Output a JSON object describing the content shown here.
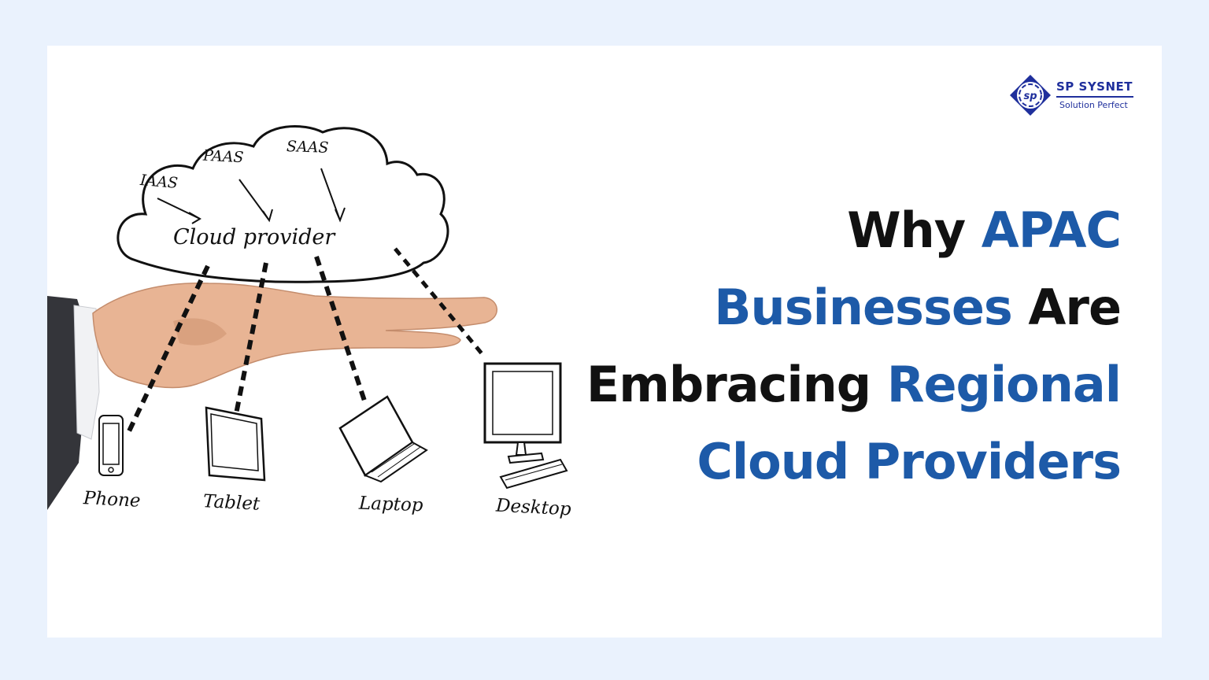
{
  "logo": {
    "monogram": "sp",
    "name": "SP SYSNET",
    "tagline": "Solution Perfect"
  },
  "headline": {
    "word1": "Why",
    "word2": "APAC",
    "word3": "Businesses",
    "word4": "Are",
    "word5": "Embracing",
    "word6": "Regional",
    "word7": "Cloud Providers"
  },
  "diagram": {
    "service_iaas": "IAAS",
    "service_paas": "PAAS",
    "service_saas": "SAAS",
    "cloud_label": "Cloud provider",
    "device_phone": "Phone",
    "device_tablet": "Tablet",
    "device_laptop": "Laptop",
    "device_desktop": "Desktop"
  },
  "colors": {
    "background": "#eaf2fd",
    "card": "#ffffff",
    "accent_blue": "#1d5aa8",
    "logo_blue": "#1f2f9c",
    "text_dark": "#111111"
  }
}
